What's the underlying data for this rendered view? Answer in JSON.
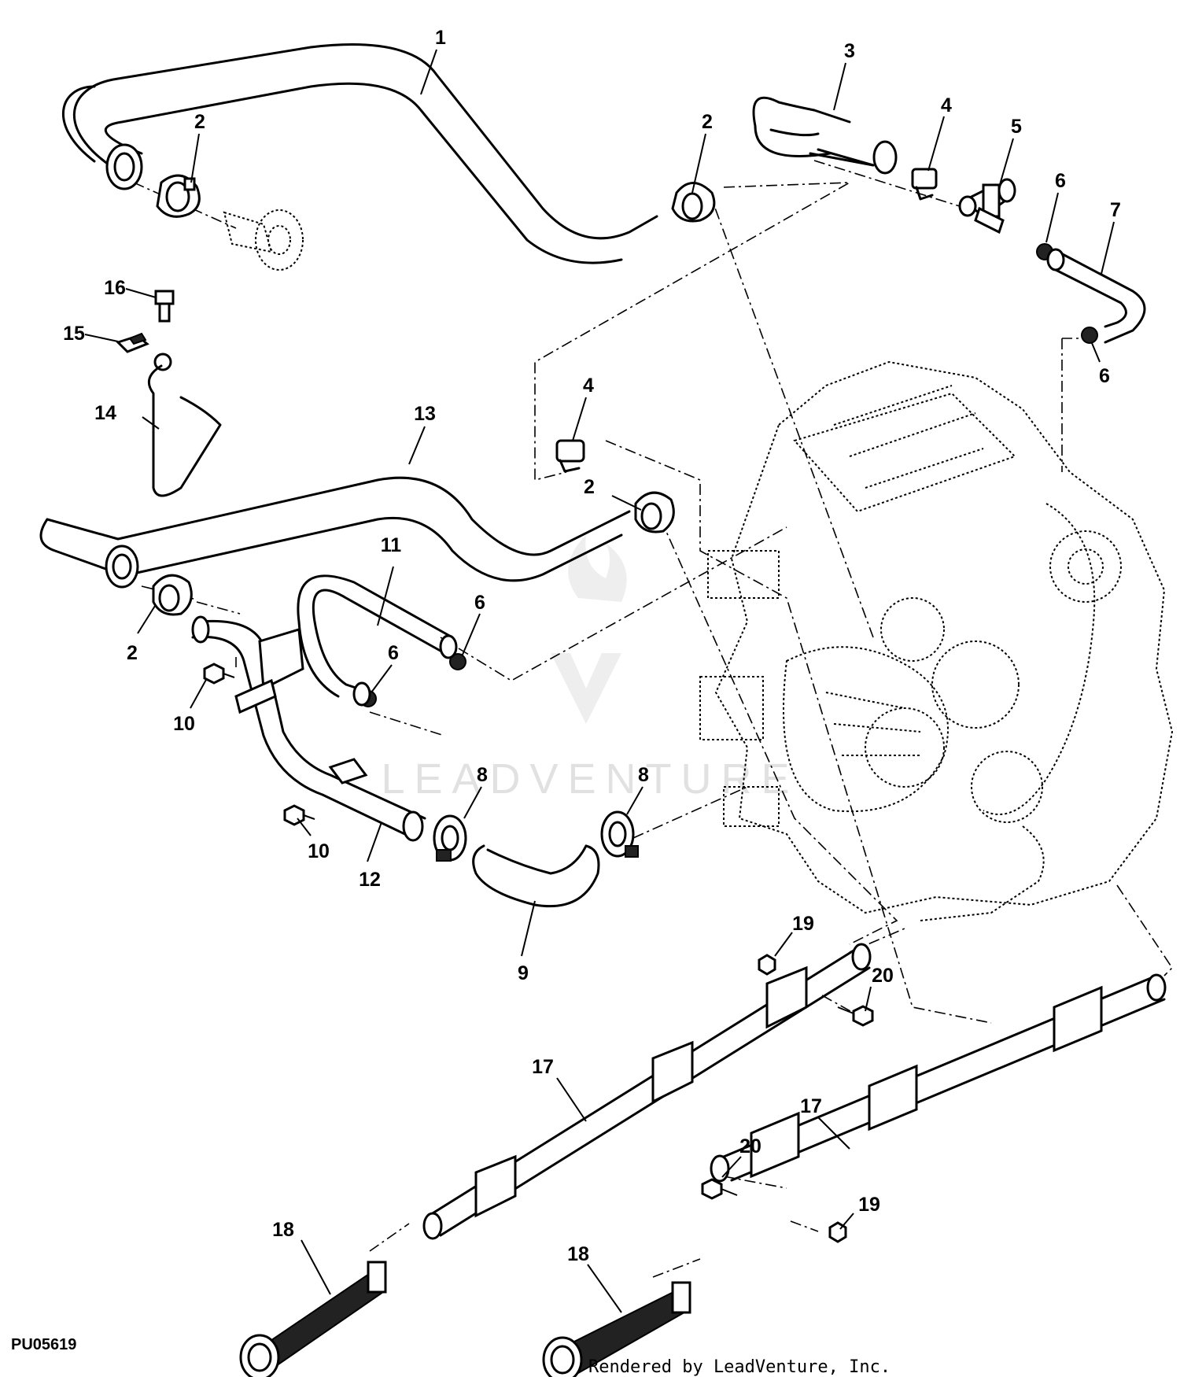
{
  "callouts": {
    "c1": "1",
    "c2a": "2",
    "c2b": "2",
    "c2c": "2",
    "c2d": "2",
    "c3": "3",
    "c4a": "4",
    "c4b": "4",
    "c5": "5",
    "c6a": "6",
    "c6b": "6",
    "c6c": "6",
    "c6d": "6",
    "c7": "7",
    "c8a": "8",
    "c8b": "8",
    "c9": "9",
    "c10a": "10",
    "c10b": "10",
    "c11": "11",
    "c12": "12",
    "c13": "13",
    "c14": "14",
    "c15": "15",
    "c16": "16",
    "c17a": "17",
    "c17b": "17",
    "c18a": "18",
    "c18b": "18",
    "c19a": "19",
    "c19b": "19",
    "c20a": "20",
    "c20b": "20"
  },
  "figure_id": "PU05619",
  "credit": "Rendered by LeadVenture, Inc.",
  "watermark": "LEADVENTURE"
}
